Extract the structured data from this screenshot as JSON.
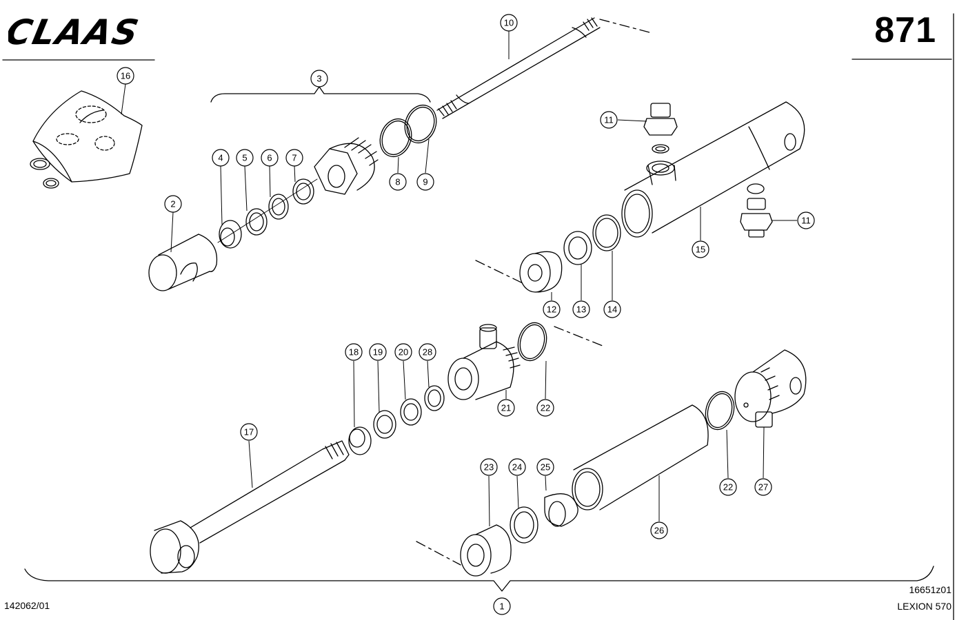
{
  "header": {
    "brand": "CLAAS",
    "page_number": "871"
  },
  "footer": {
    "drawing_ref": "142062/01",
    "image_code": "16651z01",
    "model": "LEXION 570"
  },
  "callouts": {
    "c1": "1",
    "c2": "2",
    "c3": "3",
    "c4": "4",
    "c5": "5",
    "c6": "6",
    "c7": "7",
    "c8": "8",
    "c9": "9",
    "c10": "10",
    "c11a": "11",
    "c11b": "11",
    "c12": "12",
    "c13": "13",
    "c14": "14",
    "c15": "15",
    "c16": "16",
    "c17": "17",
    "c18": "18",
    "c19": "19",
    "c20": "20",
    "c21": "21",
    "c22a": "22",
    "c22b": "22",
    "c23": "23",
    "c24": "24",
    "c25": "25",
    "c26": "26",
    "c27": "27",
    "c28": "28"
  },
  "colors": {
    "ink": "#000000",
    "paper": "#ffffff"
  }
}
